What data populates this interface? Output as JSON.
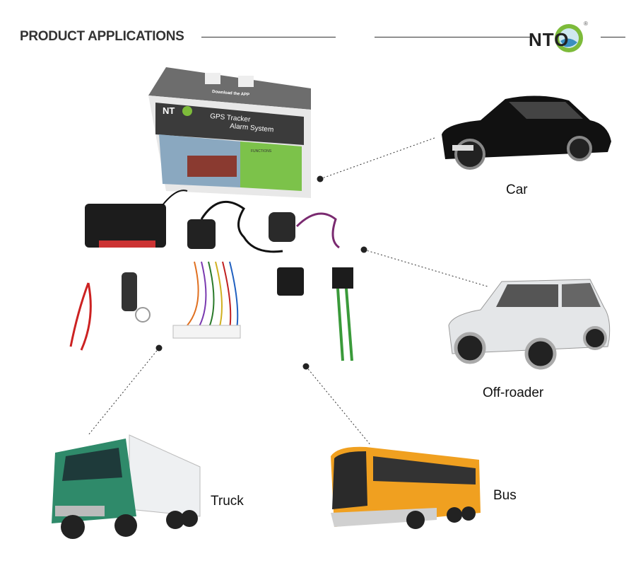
{
  "header": {
    "title": "PRODUCT APPLICATIONS",
    "brand": "NTO",
    "registered": "®"
  },
  "product_box": {
    "brand": "NT",
    "line1": "GPS Tracker",
    "line2": "Alarm System",
    "functions_heading": "FUNCTIONS",
    "download": "Download the APP"
  },
  "applications": [
    {
      "label": "Car"
    },
    {
      "label": "Off-roader"
    },
    {
      "label": "Truck"
    },
    {
      "label": "Bus"
    }
  ],
  "colors": {
    "brand_green": "#7dbb3a",
    "bus_yellow": "#f0a020",
    "truck_green": "#2f8a6a",
    "box_green": "#7cc24a"
  }
}
